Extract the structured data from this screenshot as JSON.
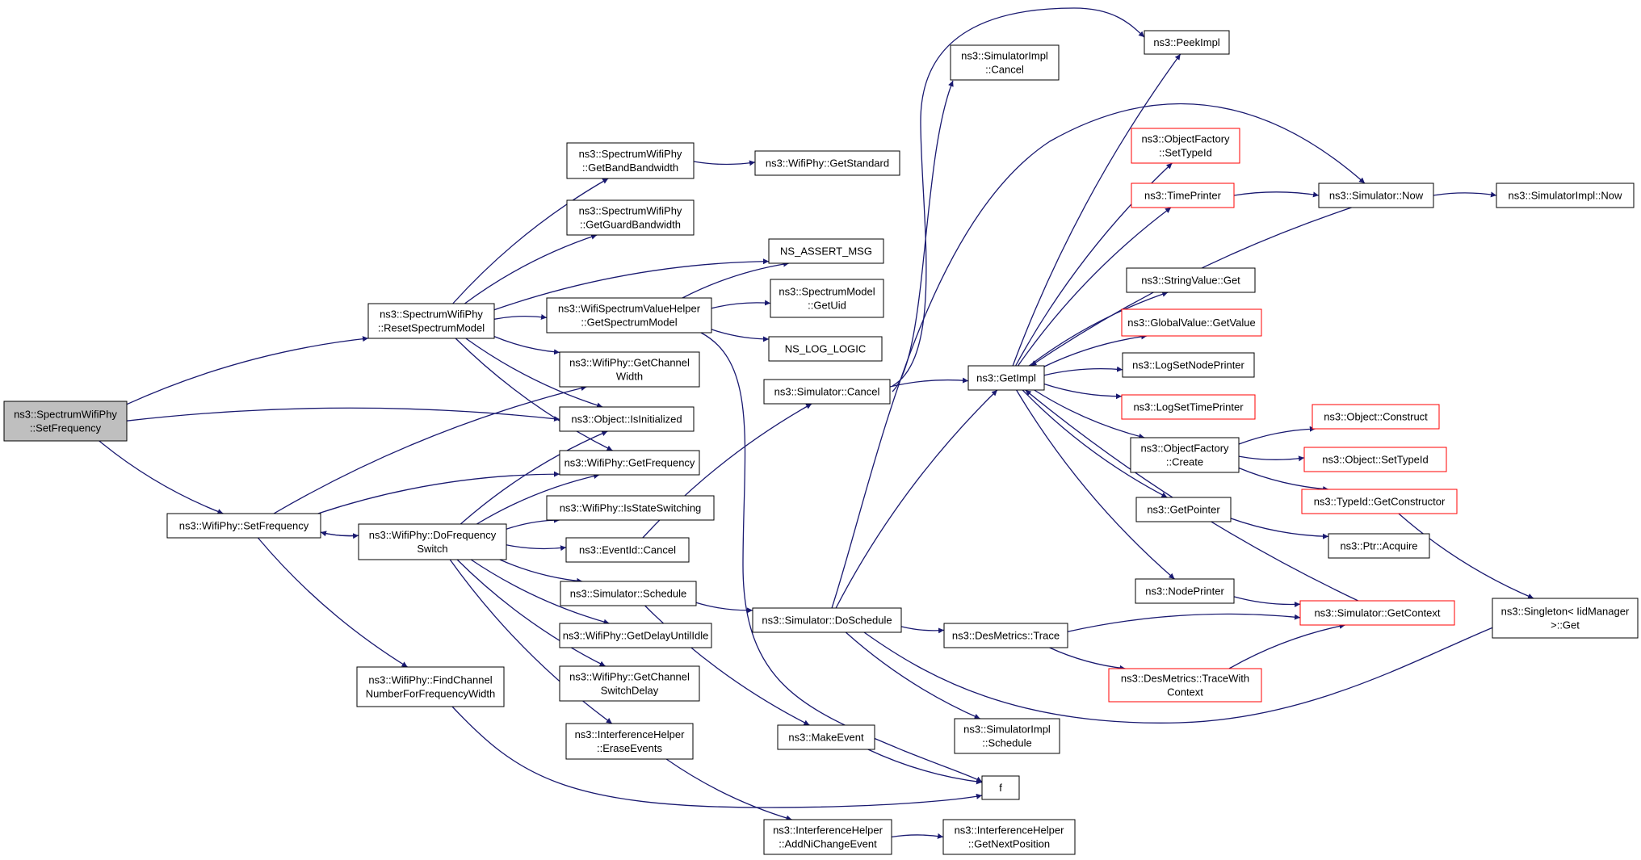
{
  "colors": {
    "edge": "#191970",
    "normal_border": "#000000",
    "truncated_border": "#ff0000",
    "root_fill": "#bfbfbf",
    "fill": "#ffffff"
  },
  "nodes": [
    {
      "id": "root",
      "lines": [
        "ns3::SpectrumWifiPhy",
        "::SetFrequency"
      ],
      "style": "root"
    },
    {
      "id": "resetSM",
      "lines": [
        "ns3::SpectrumWifiPhy",
        "::ResetSpectrumModel"
      ],
      "style": "normal"
    },
    {
      "id": "setFreq",
      "lines": [
        "ns3::WifiPhy::SetFrequency"
      ],
      "style": "normal"
    },
    {
      "id": "findCh",
      "lines": [
        "ns3::WifiPhy::FindChannel",
        "NumberForFrequencyWidth"
      ],
      "style": "normal"
    },
    {
      "id": "getBandBW",
      "lines": [
        "ns3::SpectrumWifiPhy",
        "::GetBandBandwidth"
      ],
      "style": "normal"
    },
    {
      "id": "getGuardBW",
      "lines": [
        "ns3::SpectrumWifiPhy",
        "::GetGuardBandwidth"
      ],
      "style": "normal"
    },
    {
      "id": "wsvhGetSM",
      "lines": [
        "ns3::WifiSpectrumValueHelper",
        "::GetSpectrumModel"
      ],
      "style": "normal"
    },
    {
      "id": "getChW",
      "lines": [
        "ns3::WifiPhy::GetChannel",
        "Width"
      ],
      "style": "normal"
    },
    {
      "id": "isInit",
      "lines": [
        "ns3::Object::IsInitialized"
      ],
      "style": "normal"
    },
    {
      "id": "getFreq",
      "lines": [
        "ns3::WifiPhy::GetFrequency"
      ],
      "style": "normal"
    },
    {
      "id": "doFreqSw",
      "lines": [
        "ns3::WifiPhy::DoFrequency",
        "Switch"
      ],
      "style": "normal"
    },
    {
      "id": "isStateSw",
      "lines": [
        "ns3::WifiPhy::IsStateSwitching"
      ],
      "style": "normal"
    },
    {
      "id": "eventCancel",
      "lines": [
        "ns3::EventId::Cancel"
      ],
      "style": "normal"
    },
    {
      "id": "simSchedule",
      "lines": [
        "ns3::Simulator::Schedule"
      ],
      "style": "normal"
    },
    {
      "id": "getDelayIdle",
      "lines": [
        "ns3::WifiPhy::GetDelayUntilIdle"
      ],
      "style": "normal"
    },
    {
      "id": "getChSwDelay",
      "lines": [
        "ns3::WifiPhy::GetChannel",
        "SwitchDelay"
      ],
      "style": "normal"
    },
    {
      "id": "ihErase",
      "lines": [
        "ns3::InterferenceHelper",
        "::EraseEvents"
      ],
      "style": "normal"
    },
    {
      "id": "getStd",
      "lines": [
        "ns3::WifiPhy::GetStandard"
      ],
      "style": "normal"
    },
    {
      "id": "nsAssert",
      "lines": [
        "NS_ASSERT_MSG"
      ],
      "style": "normal"
    },
    {
      "id": "smGetUid",
      "lines": [
        "ns3::SpectrumModel",
        "::GetUid"
      ],
      "style": "normal"
    },
    {
      "id": "nsLogLogic",
      "lines": [
        "NS_LOG_LOGIC"
      ],
      "style": "normal"
    },
    {
      "id": "simCancel",
      "lines": [
        "ns3::Simulator::Cancel"
      ],
      "style": "normal"
    },
    {
      "id": "simDoSched",
      "lines": [
        "ns3::Simulator::DoSchedule"
      ],
      "style": "normal"
    },
    {
      "id": "makeEvent",
      "lines": [
        "ns3::MakeEvent"
      ],
      "style": "normal"
    },
    {
      "id": "ihAddNi",
      "lines": [
        "ns3::InterferenceHelper",
        "::AddNiChangeEvent"
      ],
      "style": "normal"
    },
    {
      "id": "fnode",
      "lines": [
        "f"
      ],
      "style": "normal"
    },
    {
      "id": "simImplCancel",
      "lines": [
        "ns3::SimulatorImpl",
        "::Cancel"
      ],
      "style": "normal"
    },
    {
      "id": "getImpl",
      "lines": [
        "ns3::GetImpl"
      ],
      "style": "normal"
    },
    {
      "id": "desTrace",
      "lines": [
        "ns3::DesMetrics::Trace"
      ],
      "style": "normal"
    },
    {
      "id": "simImplSched",
      "lines": [
        "ns3::SimulatorImpl",
        "::Schedule"
      ],
      "style": "normal"
    },
    {
      "id": "ihGetNext",
      "lines": [
        "ns3::InterferenceHelper",
        "::GetNextPosition"
      ],
      "style": "normal"
    },
    {
      "id": "peekImpl",
      "lines": [
        "ns3::PeekImpl"
      ],
      "style": "normal"
    },
    {
      "id": "ofSetTypeId",
      "lines": [
        "ns3::ObjectFactory",
        "::SetTypeId"
      ],
      "style": "truncated"
    },
    {
      "id": "timePrinter",
      "lines": [
        "ns3::TimePrinter"
      ],
      "style": "truncated"
    },
    {
      "id": "strGet",
      "lines": [
        "ns3::StringValue::Get"
      ],
      "style": "normal"
    },
    {
      "id": "gvGetValue",
      "lines": [
        "ns3::GlobalValue::GetValue"
      ],
      "style": "truncated"
    },
    {
      "id": "logSetNode",
      "lines": [
        "ns3::LogSetNodePrinter"
      ],
      "style": "normal"
    },
    {
      "id": "logSetTime",
      "lines": [
        "ns3::LogSetTimePrinter"
      ],
      "style": "truncated"
    },
    {
      "id": "ofCreate",
      "lines": [
        "ns3::ObjectFactory",
        "::Create"
      ],
      "style": "normal"
    },
    {
      "id": "getPointer",
      "lines": [
        "ns3::GetPointer"
      ],
      "style": "normal"
    },
    {
      "id": "nodePrinter",
      "lines": [
        "ns3::NodePrinter"
      ],
      "style": "normal"
    },
    {
      "id": "desTraceCtx",
      "lines": [
        "ns3::DesMetrics::TraceWith",
        "Context"
      ],
      "style": "truncated"
    },
    {
      "id": "simNow",
      "lines": [
        "ns3::Simulator::Now"
      ],
      "style": "normal"
    },
    {
      "id": "simImplNow",
      "lines": [
        "ns3::SimulatorImpl::Now"
      ],
      "style": "normal"
    },
    {
      "id": "objConstruct",
      "lines": [
        "ns3::Object::Construct"
      ],
      "style": "truncated"
    },
    {
      "id": "objSetTypeId",
      "lines": [
        "ns3::Object::SetTypeId"
      ],
      "style": "truncated"
    },
    {
      "id": "tidGetCtor",
      "lines": [
        "ns3::TypeId::GetConstructor"
      ],
      "style": "truncated"
    },
    {
      "id": "ptrAcquire",
      "lines": [
        "ns3::Ptr::Acquire"
      ],
      "style": "normal"
    },
    {
      "id": "simGetCtx",
      "lines": [
        "ns3::Simulator::GetContext"
      ],
      "style": "truncated"
    },
    {
      "id": "singletonGet",
      "lines": [
        "ns3::Singleton< IidManager",
        ">::Get"
      ],
      "style": "normal"
    }
  ],
  "edges": [
    [
      "root",
      "resetSM"
    ],
    [
      "root",
      "isInit"
    ],
    [
      "root",
      "setFreq"
    ],
    [
      "resetSM",
      "getBandBW"
    ],
    [
      "resetSM",
      "getGuardBW"
    ],
    [
      "resetSM",
      "nsAssert"
    ],
    [
      "resetSM",
      "wsvhGetSM"
    ],
    [
      "resetSM",
      "getChW"
    ],
    [
      "resetSM",
      "isInit"
    ],
    [
      "resetSM",
      "getFreq"
    ],
    [
      "getBandBW",
      "getStd"
    ],
    [
      "wsvhGetSM",
      "nsAssert"
    ],
    [
      "wsvhGetSM",
      "smGetUid"
    ],
    [
      "wsvhGetSM",
      "nsLogLogic"
    ],
    [
      "wsvhGetSM",
      "fnode"
    ],
    [
      "setFreq",
      "getChW"
    ],
    [
      "setFreq",
      "getFreq"
    ],
    [
      "setFreq",
      "doFreqSw"
    ],
    [
      "setFreq",
      "findCh"
    ],
    [
      "doFreqSw",
      "setFreq"
    ],
    [
      "doFreqSw",
      "isInit"
    ],
    [
      "doFreqSw",
      "getFreq"
    ],
    [
      "doFreqSw",
      "isStateSw"
    ],
    [
      "doFreqSw",
      "eventCancel"
    ],
    [
      "doFreqSw",
      "simSchedule"
    ],
    [
      "doFreqSw",
      "getDelayIdle"
    ],
    [
      "doFreqSw",
      "getChSwDelay"
    ],
    [
      "doFreqSw",
      "ihErase"
    ],
    [
      "findCh",
      "fnode"
    ],
    [
      "eventCancel",
      "simCancel"
    ],
    [
      "simSchedule",
      "simDoSched"
    ],
    [
      "simSchedule",
      "makeEvent"
    ],
    [
      "ihErase",
      "ihAddNi"
    ],
    [
      "makeEvent",
      "fnode"
    ],
    [
      "ihAddNi",
      "ihGetNext"
    ],
    [
      "simCancel",
      "simImplCancel"
    ],
    [
      "simCancel",
      "peekImpl"
    ],
    [
      "simCancel",
      "getImpl"
    ],
    [
      "simDoSched",
      "simNow"
    ],
    [
      "simDoSched",
      "getImpl"
    ],
    [
      "simDoSched",
      "desTrace"
    ],
    [
      "simDoSched",
      "simImplSched"
    ],
    [
      "simDoSched",
      "singletonGet"
    ],
    [
      "desTrace",
      "simGetCtx"
    ],
    [
      "desTrace",
      "desTraceCtx"
    ],
    [
      "desTraceCtx",
      "simGetCtx"
    ],
    [
      "getImpl",
      "peekImpl"
    ],
    [
      "getImpl",
      "ofSetTypeId"
    ],
    [
      "getImpl",
      "timePrinter"
    ],
    [
      "getImpl",
      "strGet"
    ],
    [
      "getImpl",
      "gvGetValue"
    ],
    [
      "getImpl",
      "logSetNode"
    ],
    [
      "getImpl",
      "logSetTime"
    ],
    [
      "getImpl",
      "ofCreate"
    ],
    [
      "getImpl",
      "getPointer"
    ],
    [
      "getImpl",
      "nodePrinter"
    ],
    [
      "timePrinter",
      "simNow"
    ],
    [
      "simNow",
      "getImpl"
    ],
    [
      "simNow",
      "simImplNow"
    ],
    [
      "simGetCtx",
      "getImpl"
    ],
    [
      "nodePrinter",
      "simGetCtx"
    ],
    [
      "ofCreate",
      "objConstruct"
    ],
    [
      "ofCreate",
      "objSetTypeId"
    ],
    [
      "ofCreate",
      "tidGetCtor"
    ],
    [
      "getPointer",
      "ptrAcquire"
    ],
    [
      "tidGetCtor",
      "singletonGet"
    ]
  ]
}
